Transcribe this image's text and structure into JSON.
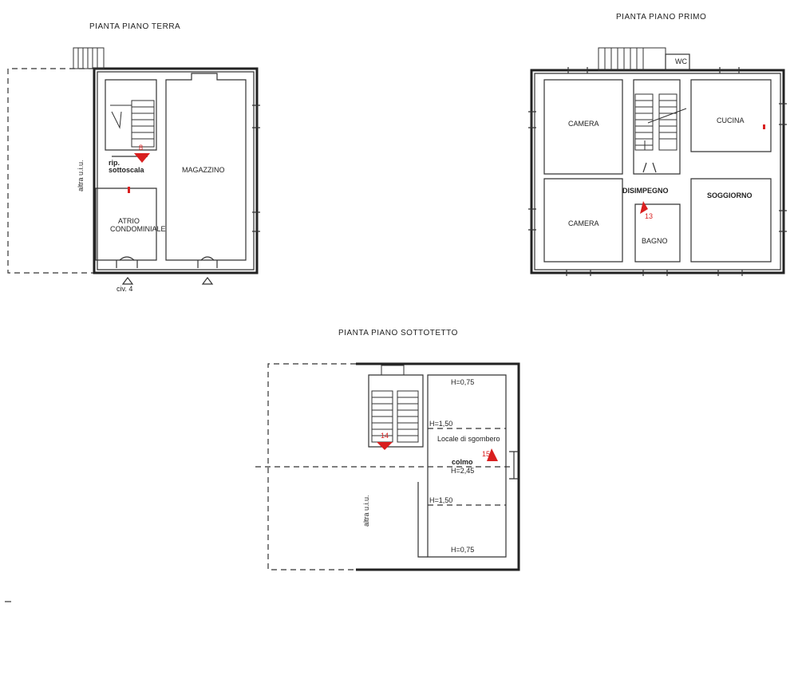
{
  "titles": {
    "ground": "PIANTA PIANO TERRA",
    "first": "PIANTA PIANO PRIMO",
    "attic": "PIANTA PIANO SOTTOTETTO"
  },
  "ground_floor": {
    "other_unit": "altra u.i.u.",
    "storage_under_stairs_1": "rip.",
    "storage_under_stairs_2": "sottoscala",
    "warehouse": "MAGAZZINO",
    "lobby_1": "ATRIO",
    "lobby_2": "CONDOMINIALE",
    "civic": "civ. 4",
    "photo_marker": "8"
  },
  "first_floor": {
    "bedroom_1": "CAMERA",
    "bedroom_2": "CAMERA",
    "kitchen": "CUCINA",
    "living": "SOGGIORNO",
    "hallway": "DISIMPEGNO",
    "bathroom": "BAGNO",
    "wc": "WC",
    "photo_marker": "13"
  },
  "attic": {
    "loft": "Locale di sgombero",
    "h_top": "H=0,75",
    "h_mid_top": "H=1,50",
    "ridge": "colmo",
    "h_ridge": "H=2,45",
    "h_mid_bottom": "H=1,50",
    "h_bottom": "H=0,75",
    "other_unit": "altra u.i.u.",
    "photo_marker_1": "14",
    "photo_marker_2": "15"
  }
}
